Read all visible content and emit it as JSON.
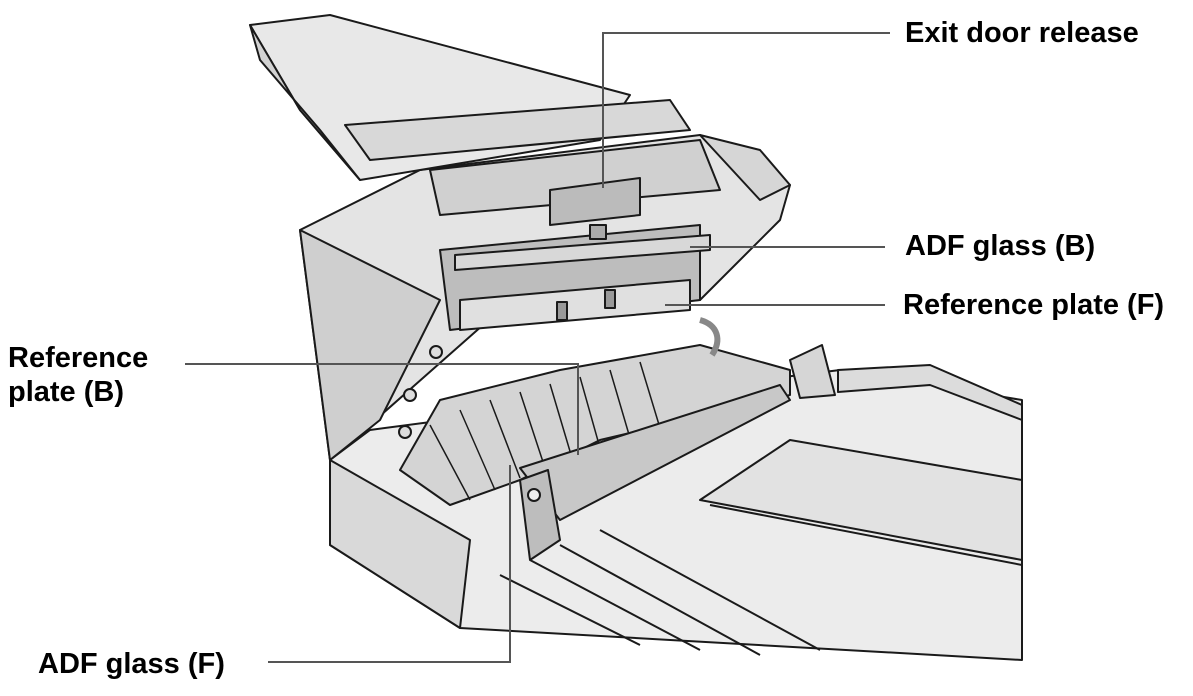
{
  "labels": {
    "exit_door_release": "Exit door release",
    "adf_glass_b": "ADF glass (B)",
    "reference_plate_f": "Reference plate (F)",
    "reference_plate_b_line1": "Reference",
    "reference_plate_b_line2": "plate (B)",
    "adf_glass_f": "ADF glass (F)"
  },
  "colors": {
    "outline": "#1a1a1a",
    "body_light": "#ececec",
    "body_mid": "#d4d4d4",
    "body_dark": "#b5b5b5",
    "leader": "#555555"
  }
}
